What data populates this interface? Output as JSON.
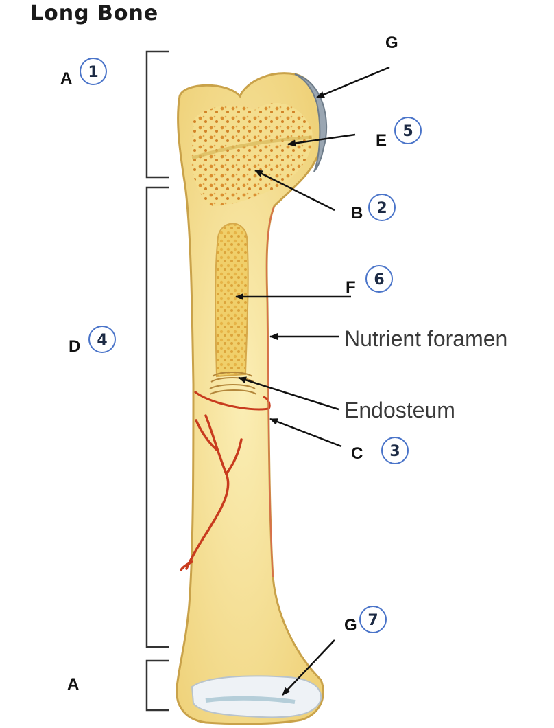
{
  "title": "Long Bone",
  "labels": [
    {
      "id": "a-top",
      "letter": "A",
      "number": "1"
    },
    {
      "id": "b",
      "letter": "B",
      "number": "2"
    },
    {
      "id": "c",
      "letter": "C",
      "number": "3"
    },
    {
      "id": "d",
      "letter": "D",
      "number": "4"
    },
    {
      "id": "e",
      "letter": "E",
      "number": "5"
    },
    {
      "id": "f",
      "letter": "F",
      "number": "6"
    },
    {
      "id": "g-bottom",
      "letter": "G",
      "number": "7"
    },
    {
      "id": "g-top",
      "letter": "G",
      "number": ""
    },
    {
      "id": "a-bottom",
      "letter": "A",
      "number": ""
    }
  ],
  "text_annotations": {
    "nutrient_foramen": "Nutrient foramen",
    "endosteum": "Endosteum"
  },
  "colors": {
    "bone_fill": "#f6e49c",
    "bone_outline": "#c9a24a",
    "spongy_dot": "#d98a2a",
    "vessel": "#c83b1e",
    "badge_border": "#4a74c9",
    "bracket": "#333333"
  }
}
